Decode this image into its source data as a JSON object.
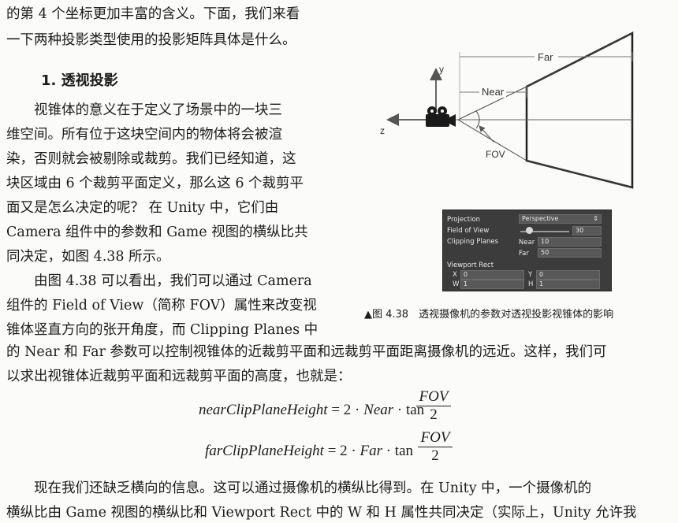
{
  "paragraph_top": [
    "的第 4 个坐标更加丰富的含义。下面，我们来看",
    "一下两种投影类型使用的投影矩阵具体是什么。"
  ],
  "section_heading": "1.  透视投影",
  "paragraph_left": [
    "　　视锥体的意义在于定义了场景中的一块三",
    "维空间。所有位于这块空间内的物体将会被渲",
    "染，否则就会被剔除或裁剪。我们已经知道，这",
    "块区域由 6 个裁剪平面定义，那么这 6 个裁剪平",
    "面又是怎么决定的呢？ 在  Unity  中，它们由",
    "Camera 组件中的参数和 Game 视图的横纵比共",
    "同决定，如图 4.38 所示。",
    "　　由图 4.38 可以看出，我们可以通过 Camera",
    "组件的 Field of View（简称 FOV）属性来改变视",
    "锥体竖直方向的张开角度，而 Clipping Planes 中"
  ],
  "paragraph_full": [
    "的 Near 和 Far 参数可以控制视锥体的近裁剪平面和远裁剪平面距离摄像机的远近。这样，我们可",
    "以求出视锥体近裁剪平面和远裁剪平面的高度，也就是："
  ],
  "figure": {
    "labels": {
      "far": "Far",
      "near": "Near",
      "y": "y",
      "z": "z",
      "fov": "FOV"
    },
    "inspector": {
      "projection_label": "Projection",
      "projection_value": "Perspective",
      "fov_label": "Field of View",
      "fov_value": "30",
      "clipping_label": "Clipping Planes",
      "near_label": "Near",
      "near_value": "10",
      "far_label": "Far",
      "far_value": "50",
      "viewport_label": "Viewport Rect",
      "x_label": "X",
      "x_value": "0",
      "y_label": "Y",
      "y_value": "0",
      "w_label": "W",
      "w_value": "1",
      "h_label": "H",
      "h_value": "1"
    },
    "caption": "▲图 4.38　透视摄像机的参数对透视投影视锥体的影响"
  },
  "formulas": {
    "near_lhs": "nearClipPlaneHeight",
    "near_mid": " = 2 · ",
    "near_var": "Near",
    "far_lhs": "farClipPlaneHeight",
    "far_mid": " = 2 · ",
    "far_var": "Far",
    "dot_tan": " · tan",
    "frac_num": "FOV",
    "frac_den": "2"
  },
  "paragraph_bottom": [
    "　　现在我们还缺乏横向的信息。这可以通过摄像机的横纵比得到。在 Unity 中，一个摄像机的",
    "横纵比由 Game 视图的横纵比和 Viewport Rect 中的 W 和 H 属性共同决定（实际上，Unity 允许我"
  ]
}
